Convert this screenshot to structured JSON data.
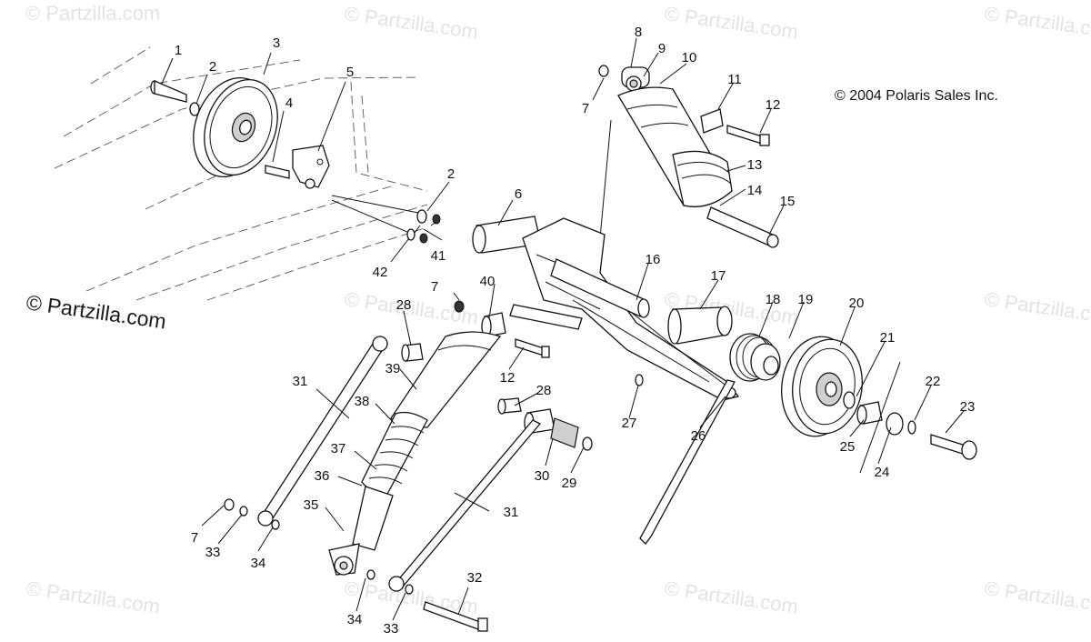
{
  "copyright": "© 2004 Polaris Sales Inc.",
  "watermark": "© Partzilla.com",
  "callouts": {
    "c1": "1",
    "c2a": "2",
    "c2b": "2",
    "c3": "3",
    "c4": "4",
    "c5": "5",
    "c6": "6",
    "c7a": "7",
    "c7b": "7",
    "c7c": "7",
    "c8": "8",
    "c9": "9",
    "c10": "10",
    "c11": "11",
    "c12a": "12",
    "c12b": "12",
    "c13": "13",
    "c14": "14",
    "c15": "15",
    "c16": "16",
    "c17": "17",
    "c18": "18",
    "c19": "19",
    "c20": "20",
    "c21": "21",
    "c22": "22",
    "c23": "23",
    "c24": "24",
    "c25": "25",
    "c26": "26",
    "c27": "27",
    "c28a": "28",
    "c28b": "28",
    "c29": "29",
    "c30": "30",
    "c31a": "31",
    "c31b": "31",
    "c32": "32",
    "c33a": "33",
    "c33b": "33",
    "c34a": "34",
    "c34b": "34",
    "c35": "35",
    "c36": "36",
    "c37": "37",
    "c38": "38",
    "c39": "39",
    "c40": "40",
    "c41": "41",
    "c42": "42"
  }
}
